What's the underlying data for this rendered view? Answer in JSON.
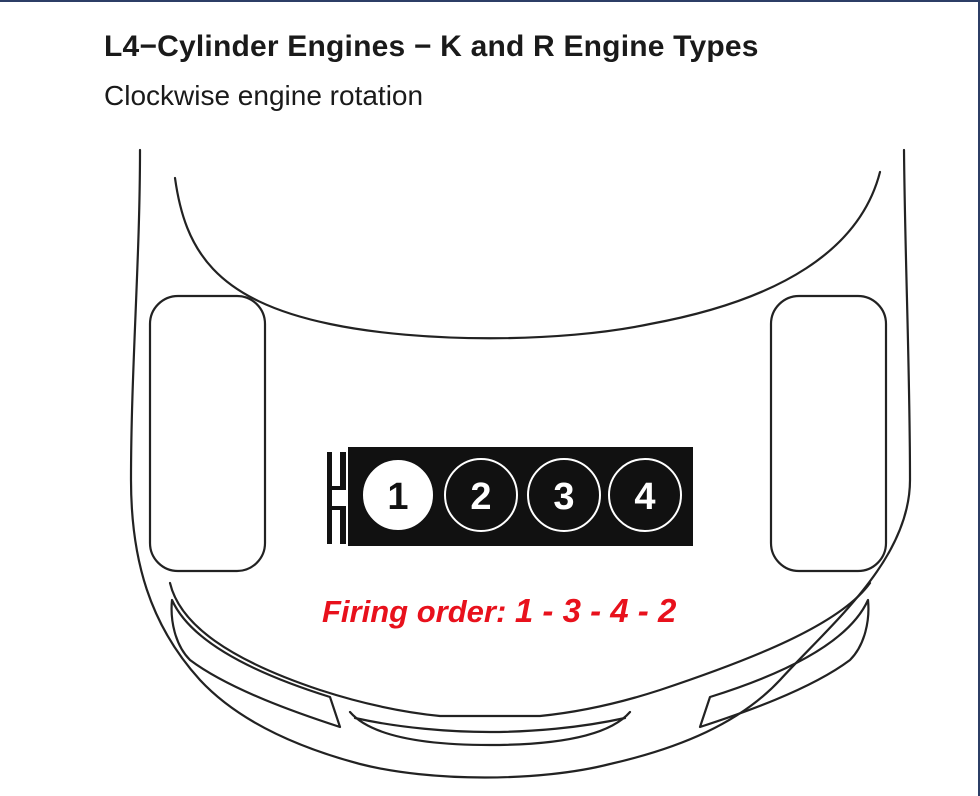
{
  "title": "L4−Cylinder Engines − K and R Engine Types",
  "subtitle": "Clockwise engine rotation",
  "cylinders": [
    {
      "number": "1",
      "highlighted": true
    },
    {
      "number": "2",
      "highlighted": false
    },
    {
      "number": "3",
      "highlighted": false
    },
    {
      "number": "4",
      "highlighted": false
    }
  ],
  "firing_order": {
    "label": "Firing order:",
    "sequence": "1 - 3 - 4 - 2"
  },
  "colors": {
    "firing_order_text": "#e8111c",
    "engine_block": "#111111",
    "outline": "#222222",
    "frame_rule": "#2c3e66"
  }
}
